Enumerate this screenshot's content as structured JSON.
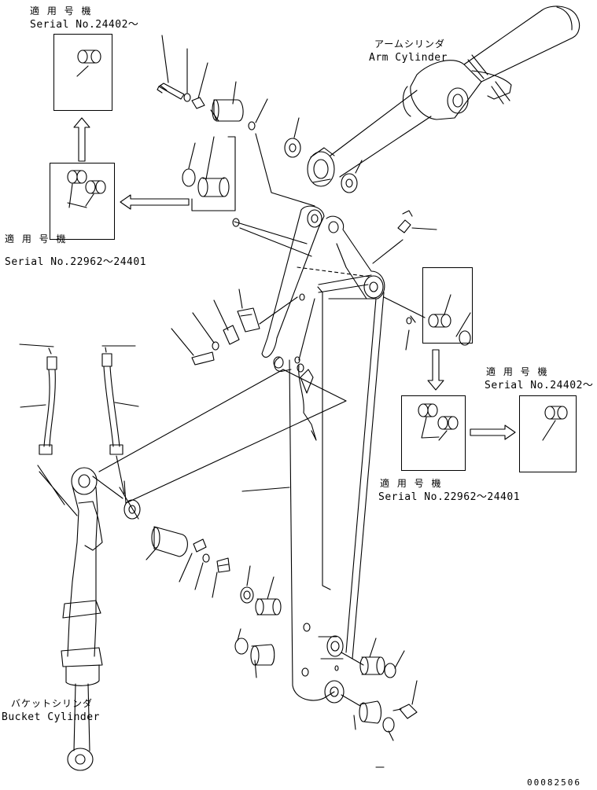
{
  "labels": {
    "serial_top_jp": "適 用 号 機",
    "serial_top_en": "Serial No.24402～",
    "serial_left_jp": "適 用 号 機",
    "serial_left_en": "Serial No.22962～24401",
    "serial_right_top_jp": "適 用 号 機",
    "serial_right_top_en": "Serial No.24402～",
    "serial_right_bottom_jp": "適 用 号 機",
    "serial_right_bottom_en": "Serial No.22962～24401",
    "arm_cylinder_jp": "アームシリンダ",
    "arm_cylinder_en": "Arm Cylinder",
    "bucket_cylinder_jp": "バケットシリンダ",
    "bucket_cylinder_en": "Bucket Cylinder",
    "drawing_number": "00082506"
  }
}
